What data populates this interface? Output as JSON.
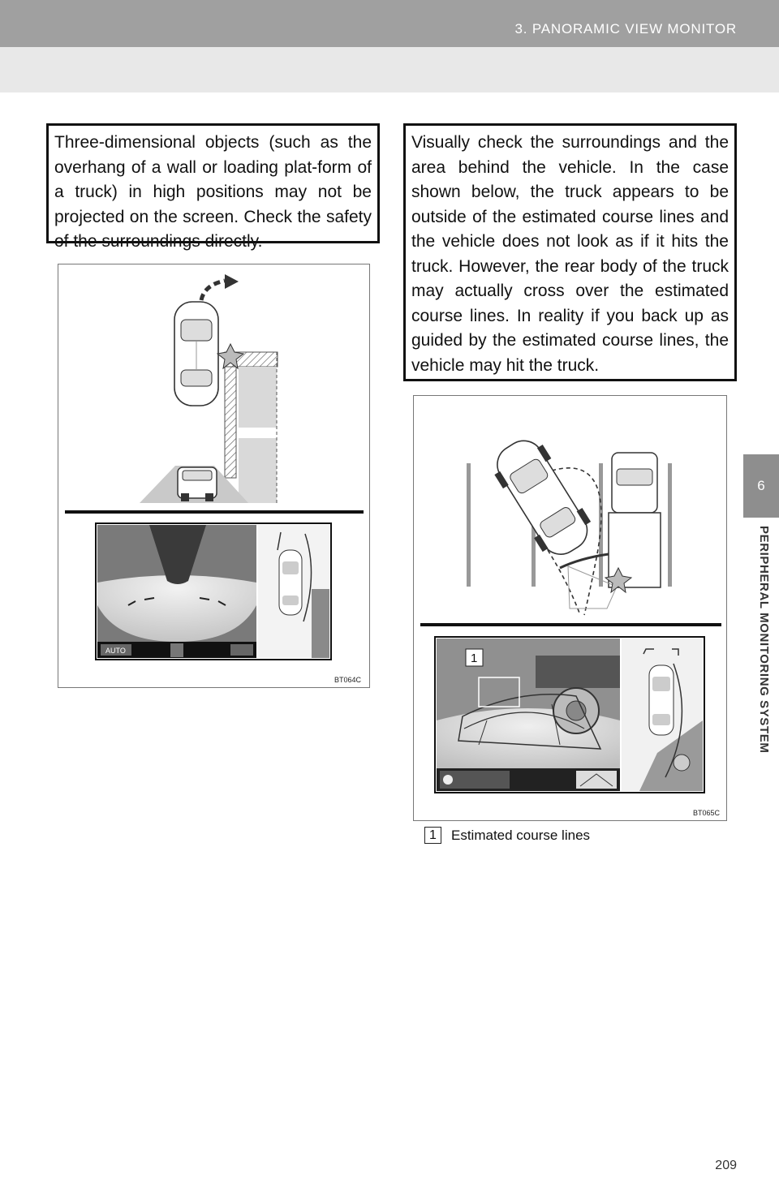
{
  "header": {
    "title": "3. PANORAMIC VIEW MONITOR"
  },
  "side_tab": {
    "number": "6",
    "label": "PERIPHERAL MONITORING SYSTEM"
  },
  "caution_left": {
    "text": "Three-dimensional objects (such as the overhang of a wall or loading plat-form of a truck) in high positions may not be projected on the screen. Check the safety of the surroundings directly."
  },
  "caution_right": {
    "text": "Visually check the surroundings and the area behind the vehicle. In the case shown below, the truck appears to be outside of the estimated course lines and the vehicle does not look as if it hits the truck. However, the rear body of the truck may actually cross over the estimated course lines. In reality if you back up as guided by the estimated course lines, the vehicle may hit the truck."
  },
  "figure_left": {
    "code": "BT064C",
    "screen_label": "AUTO"
  },
  "figure_right": {
    "code": "BT065C",
    "callout_number": "1"
  },
  "callout": {
    "number": "1",
    "text": "Estimated course lines"
  },
  "page_number": "209"
}
